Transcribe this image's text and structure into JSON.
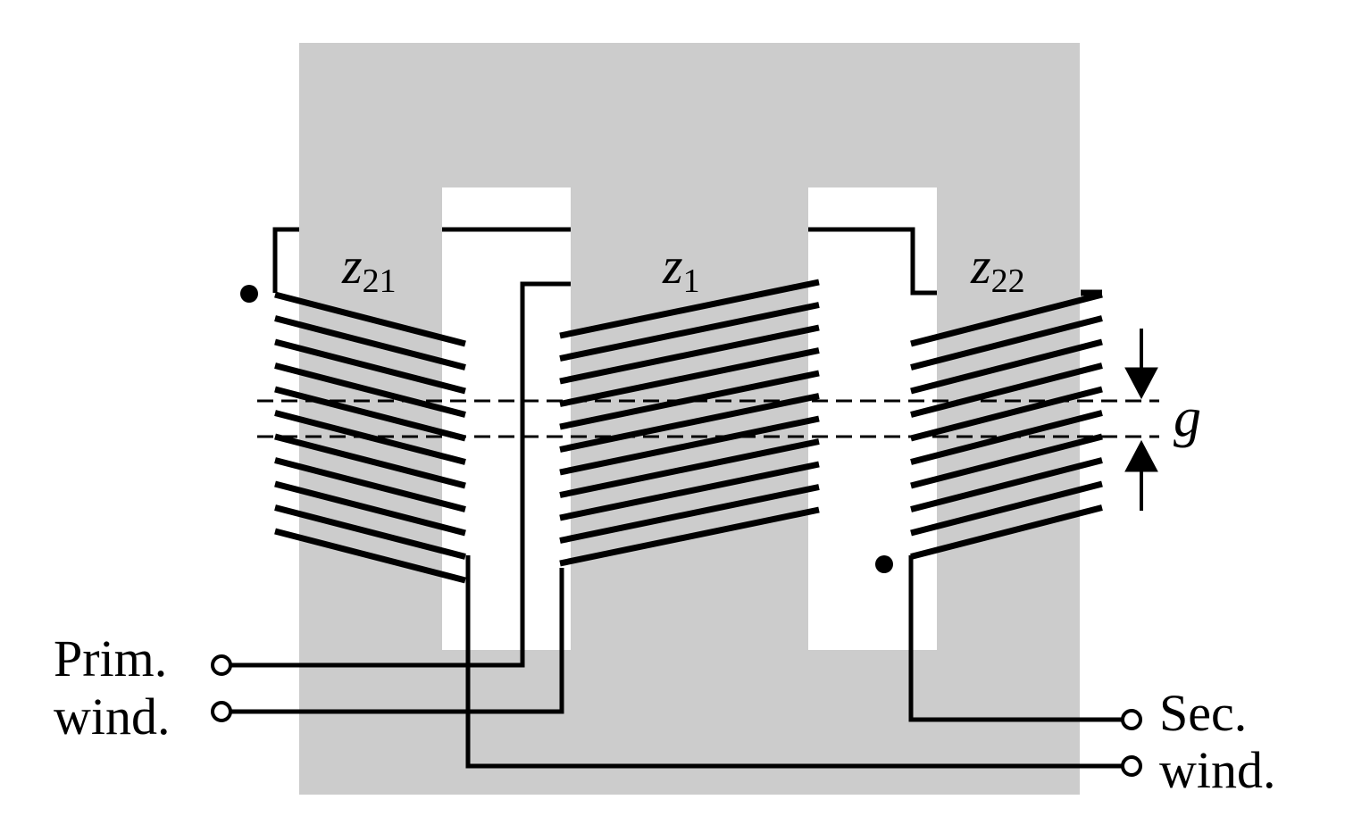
{
  "diagram": {
    "windings": {
      "z21": {
        "symbol": "z",
        "subscript": "21"
      },
      "z1": {
        "symbol": "z",
        "subscript": "1"
      },
      "z22": {
        "symbol": "z",
        "subscript": "22"
      }
    },
    "gap_label": "g",
    "terminals": {
      "primary": [
        "Prim.",
        "wind."
      ],
      "secondary": [
        "Sec.",
        "wind."
      ]
    },
    "colors": {
      "core": "#cccccc",
      "window": "#ffffff",
      "conductor": "#000000"
    }
  }
}
